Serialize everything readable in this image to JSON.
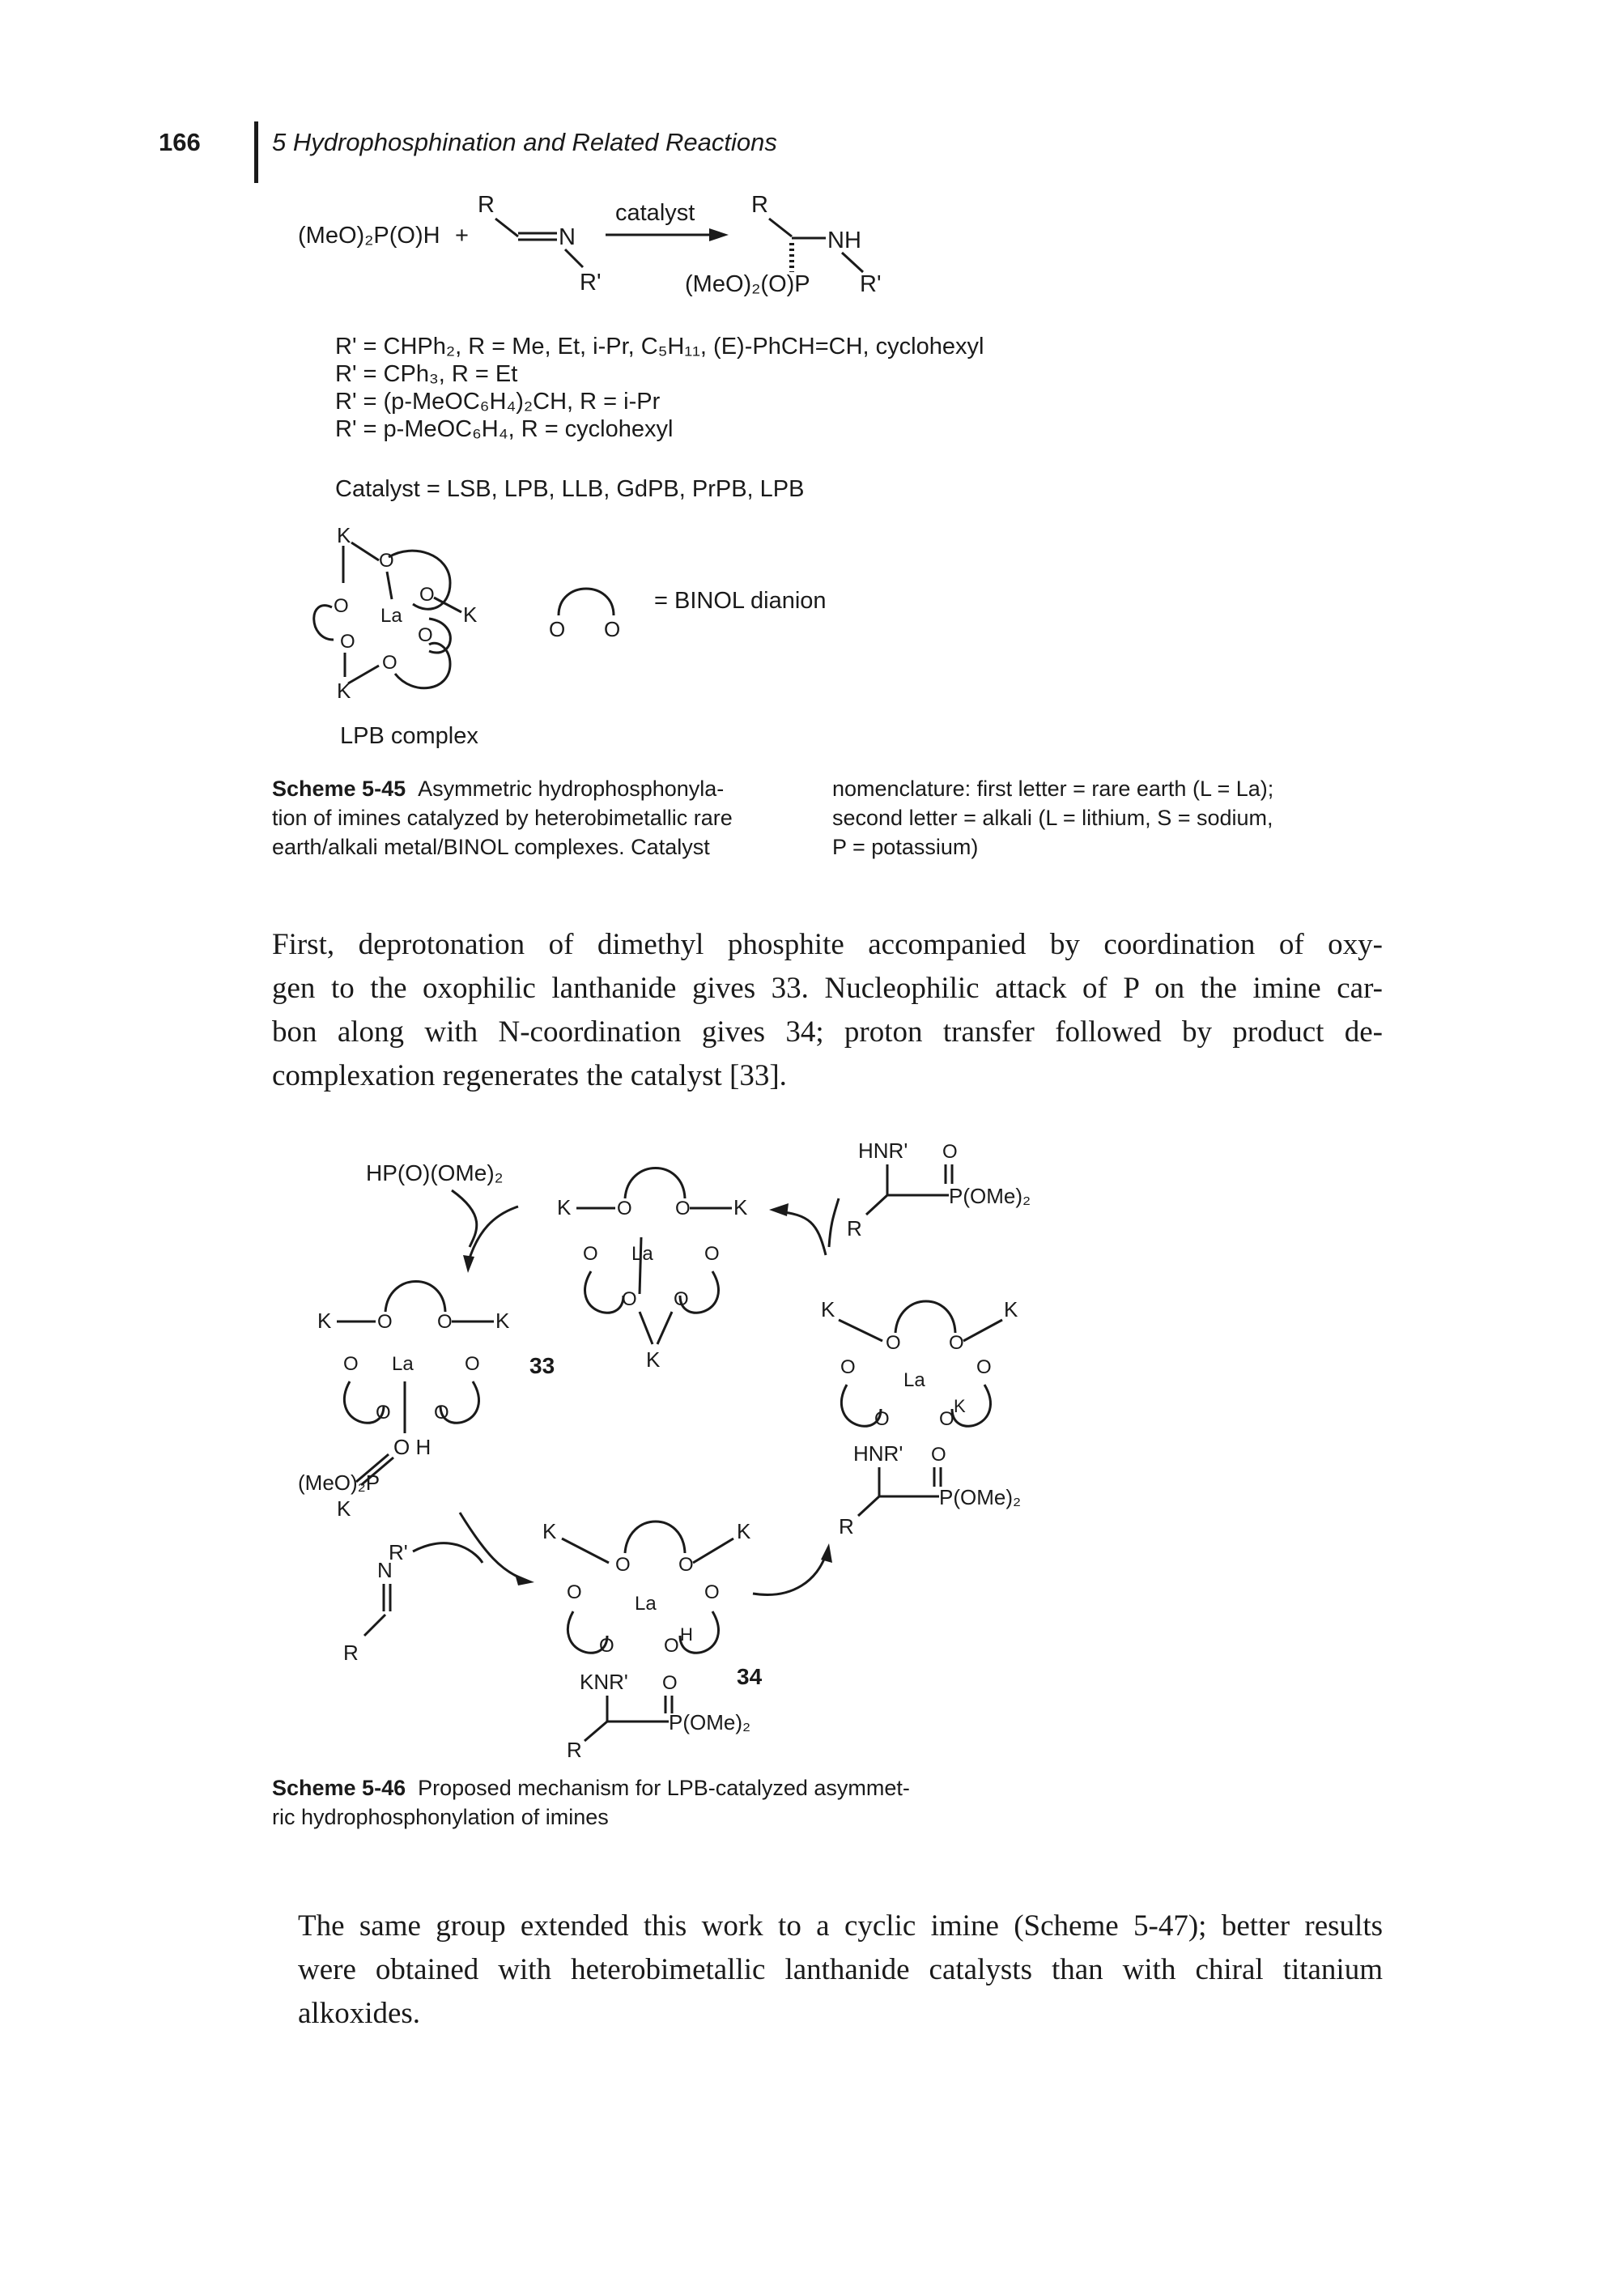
{
  "header": {
    "page_number": "166",
    "running_title": "5 Hydrophosphination and Related Reactions"
  },
  "scheme_45": {
    "reactant_1": "(MeO)₂P(O)H",
    "plus": "+",
    "arrow_label": "catalyst",
    "imine_r": "R",
    "imine_n": "N",
    "imine_rp": "R'",
    "product_r": "R",
    "product_nh": "NH",
    "product_rp": "R'",
    "product_p": "(MeO)₂(O)P",
    "substituent_lines": [
      "R' = CHPh₂, R = Me, Et, i-Pr, C₅H₁₁, (E)-PhCH=CH, cyclohexyl",
      "R' = CPh₃, R = Et",
      "R' = (p-MeOC₆H₄)₂CH, R = i-Pr",
      "R' = p-MeOC₆H₄, R = cyclohexyl"
    ],
    "catalyst_line": "Catalyst = LSB, LPB, LLB, GdPB, PrPB, LPB",
    "binol_label": "= BINOL dianion",
    "complex_label": "LPB complex",
    "complex_atoms": {
      "k": "K",
      "o": "O",
      "la": "La"
    },
    "caption": {
      "title": "Scheme 5-45",
      "left_lines": [
        "Asymmetric hydrophosphonyla-",
        "tion of imines catalyzed by heterobimetallic rare",
        "earth/alkali metal/BINOL complexes. Catalyst"
      ],
      "right_lines": [
        "nomenclature: first letter = rare earth (L = La);",
        "second letter = alkali (L = lithium, S = sodium,",
        "P = potassium)"
      ]
    }
  },
  "paragraph_1": {
    "lines": [
      "First, deprotonation of dimethyl phosphite accompanied by coordination of oxy-",
      "gen to the oxophilic lanthanide gives 33. Nucleophilic attack of P on the imine car-",
      "bon along with N-coordination gives 34; proton transfer followed by product de-",
      "complexation regenerates the catalyst [33]."
    ]
  },
  "scheme_46": {
    "reagent_top": "HP(O)(OMe)₂",
    "label_33": "33",
    "label_34": "34",
    "oh_label": "O H",
    "meo2p": "(MeO)₂P",
    "k_label": "K",
    "imine_rp": "R'",
    "imine_n": "N",
    "imine_r": "R",
    "product_hnr": "HNR'",
    "product_o": "O",
    "product_pome": "P(OMe)₂",
    "product_r": "R",
    "knr": "KNR'",
    "la": "La",
    "o": "O",
    "h": "H",
    "caption": {
      "title": "Scheme 5-46",
      "lines": [
        "Proposed mechanism for LPB-catalyzed asymmet-",
        "ric hydrophosphonylation of imines"
      ]
    }
  },
  "paragraph_2": {
    "lines": [
      "The same group extended this work to a cyclic imine (Scheme 5-47); better results",
      "were obtained with heterobimetallic lanthanide catalysts than with chiral titanium",
      "alkoxides."
    ]
  }
}
